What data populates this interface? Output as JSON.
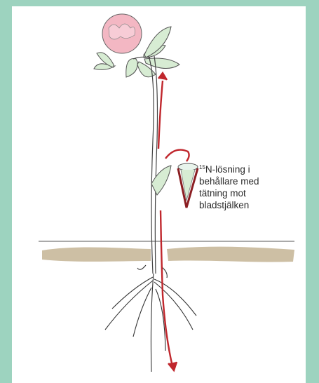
{
  "figure": {
    "isotope_superscript": "15",
    "label_lines": [
      "N-lösning i",
      "behållare med",
      "tätning mot",
      "bladstjälken"
    ]
  },
  "colors": {
    "frame": "#9dd3bf",
    "flow_arrow": "#c0272d",
    "soil": "#c8b89a",
    "leaf": "#d7ecd3",
    "flower": "#f3b7c3"
  }
}
